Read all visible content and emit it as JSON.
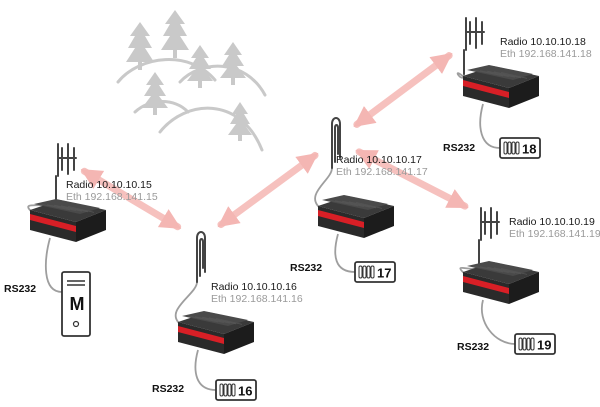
{
  "colors": {
    "link": "#f4b6b3",
    "tree": "#c9c9c9",
    "cable": "#9e9e9e",
    "router_body": "#2a2a2a",
    "router_red": "#d81f26"
  },
  "nodes": [
    {
      "id": "n15",
      "radio": "Radio 10.10.10.15",
      "eth": "Eth 192.168.141.15",
      "rs232": "RS232",
      "device": "M",
      "device_type": "computer-tower"
    },
    {
      "id": "n16",
      "radio": "Radio 10.10.10.16",
      "eth": "Eth 192.168.141.16",
      "rs232": "RS232",
      "device": "16",
      "device_type": "meter"
    },
    {
      "id": "n17",
      "radio": "Radio 10.10.10.17",
      "eth": "Eth 192.168.141.17",
      "rs232": "RS232",
      "device": "17",
      "device_type": "meter"
    },
    {
      "id": "n18",
      "radio": "Radio 10.10.10.18",
      "eth": "Eth 192.168.141.18",
      "rs232": "RS232",
      "device": "18",
      "device_type": "meter"
    },
    {
      "id": "n19",
      "radio": "Radio 10.10.10.19",
      "eth": "Eth 192.168.141.19",
      "rs232": "RS232",
      "device": "19",
      "device_type": "meter"
    }
  ],
  "links": [
    {
      "from": "n15",
      "to": "n16"
    },
    {
      "from": "n16",
      "to": "n17"
    },
    {
      "from": "n17",
      "to": "n18"
    },
    {
      "from": "n17",
      "to": "n19"
    }
  ],
  "icons": {
    "yagi": "yagi-antenna-icon",
    "omni": "omni-antenna-icon",
    "router": "radio-router-icon",
    "tree": "tree-icon",
    "meter": "meter-icon",
    "computer": "computer-tower-icon"
  }
}
